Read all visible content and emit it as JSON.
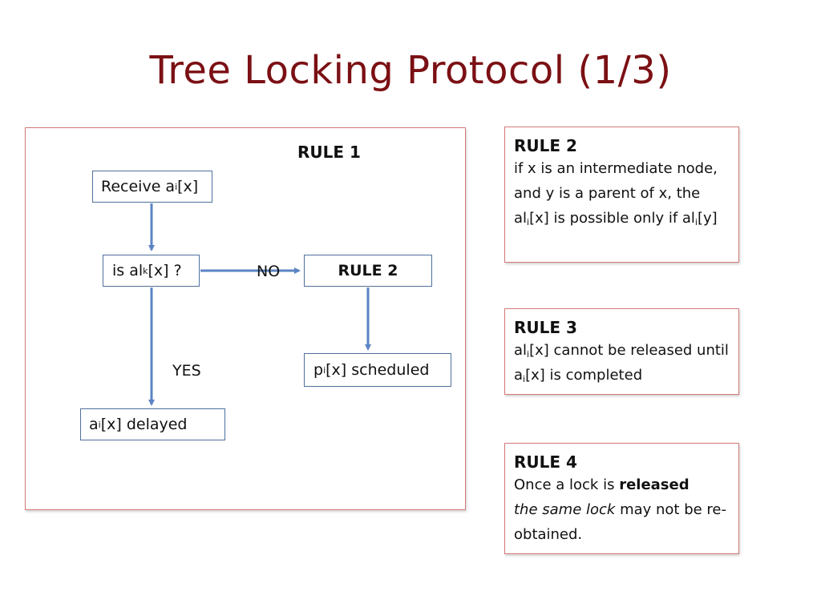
{
  "title": "Tree Locking Protocol (1/3)",
  "flowchart": {
    "label": "RULE 1",
    "nodes": {
      "receive": {
        "text": "Receive a",
        "sub": "i",
        "tail": "[x]"
      },
      "check": {
        "text": "is al",
        "sub": "k",
        "tail": "[x] ?"
      },
      "rule2": {
        "text": "RULE 2"
      },
      "scheduled": {
        "text": "p",
        "sub": "i",
        "tail": "[x] scheduled"
      },
      "delayed": {
        "text": "a",
        "sub": "i",
        "tail": "[x] delayed"
      }
    },
    "edges": {
      "no_label": "NO",
      "yes_label": "YES"
    },
    "colors": {
      "arrow": "#5b84c4",
      "node_border": "#4f6f9c"
    }
  },
  "rules": {
    "rule2": {
      "heading": "RULE 2",
      "p1": "if x is an intermediate node, and y is a parent of x, the al",
      "s1": "i",
      "p2": "[x] is possible only if al",
      "s2": "i",
      "p3": "[y]"
    },
    "rule3": {
      "heading": "RULE 3",
      "p1": "al",
      "s1": "i",
      "p2": "[x] cannot be released until a",
      "s2": "i",
      "p3": "[x] is completed"
    },
    "rule4": {
      "heading": "RULE 4",
      "p1": "Once a lock is ",
      "bold": "released",
      "italic": "the same lock",
      "p2": " may not be re-obtained."
    }
  },
  "colors": {
    "title": "#7b1014",
    "box_border": "#d47a7a"
  }
}
